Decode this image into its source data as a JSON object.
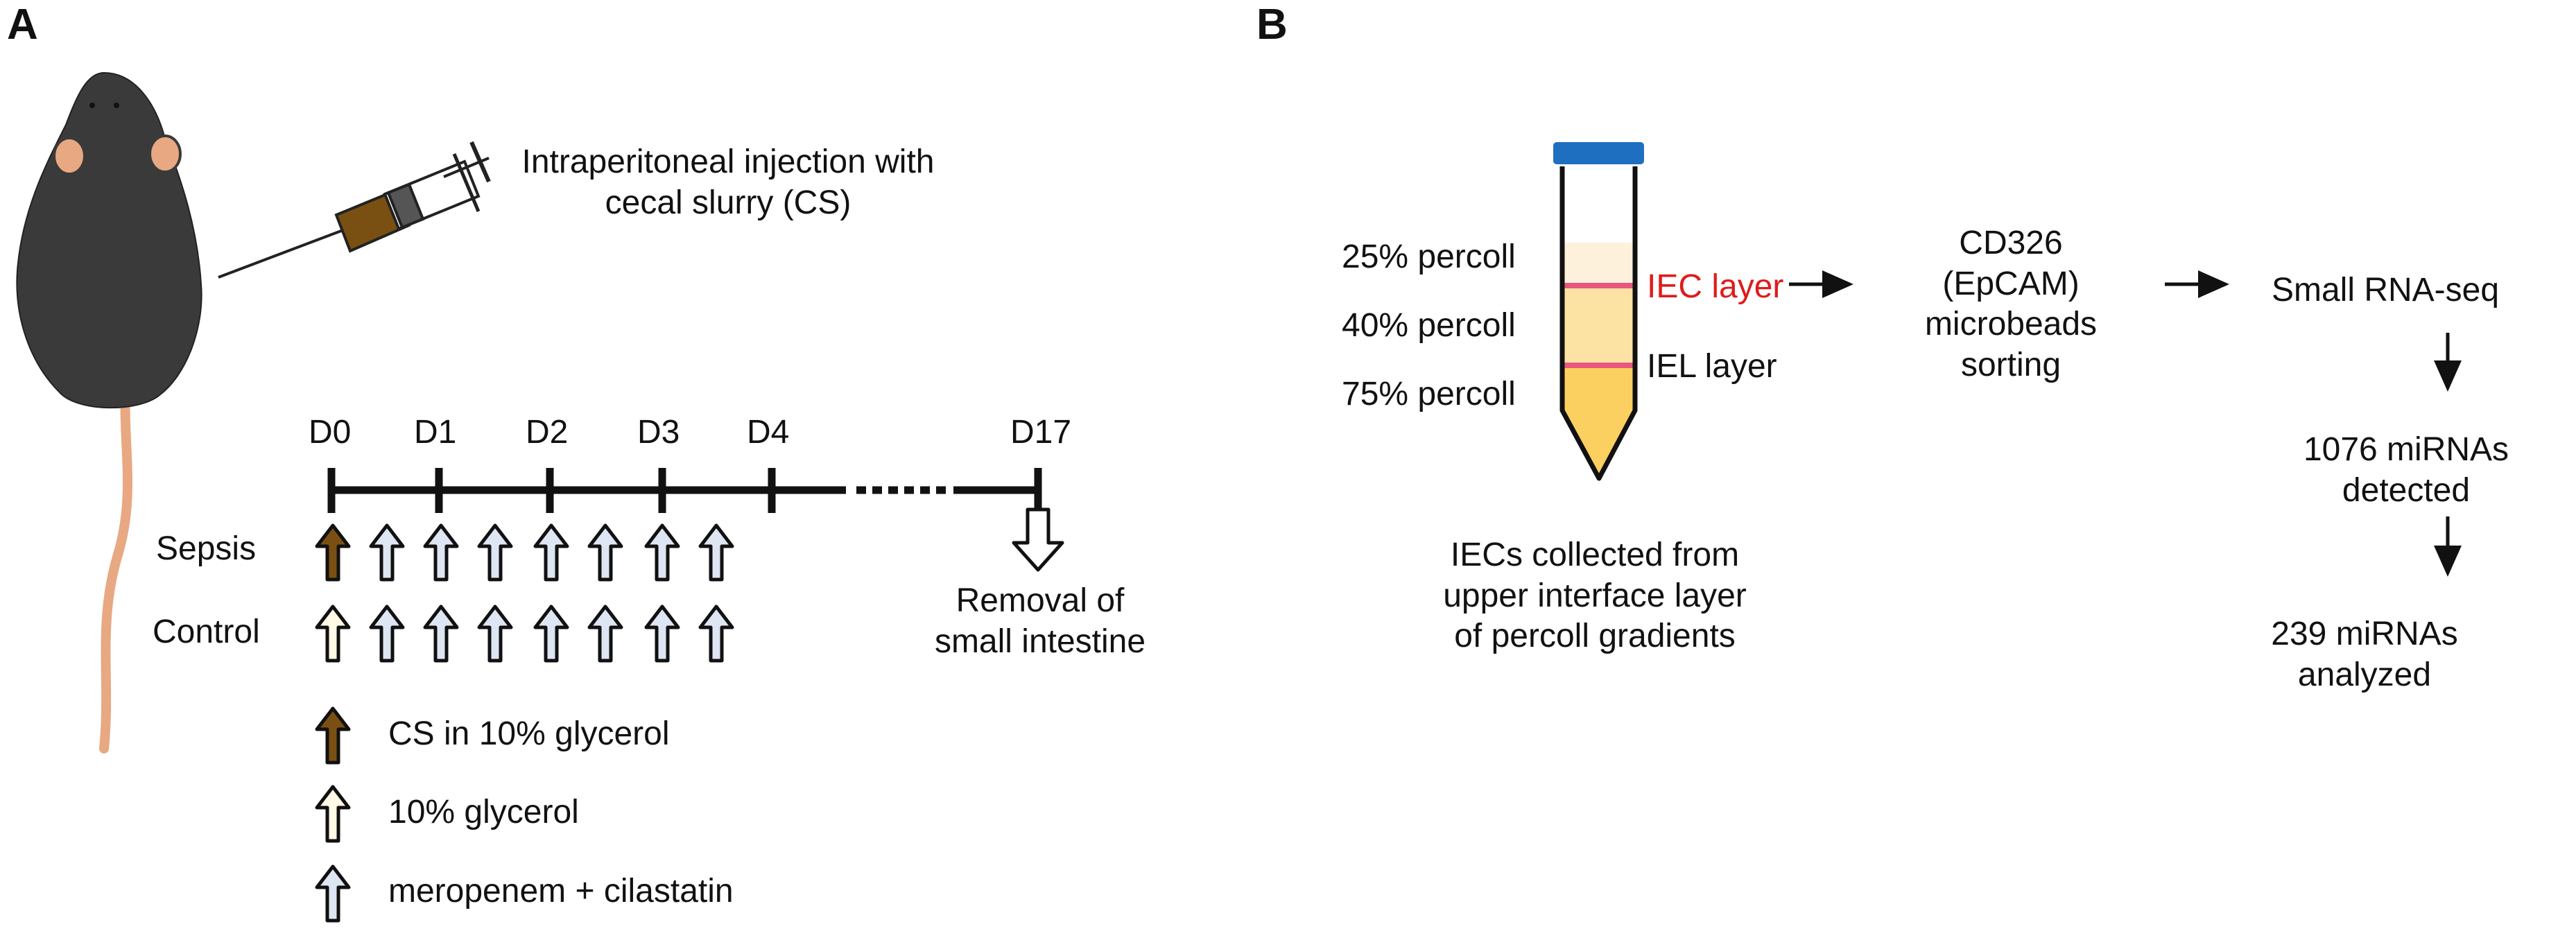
{
  "panel_a": {
    "letter": "A",
    "injection_text": [
      "Intraperitoneal injection with",
      "cecal slurry (CS)"
    ],
    "days": [
      "D0",
      "D1",
      "D2",
      "D3",
      "D4",
      "D17"
    ],
    "rows": {
      "sepsis": "Sepsis",
      "control": "Control"
    },
    "removal": [
      "Removal of",
      "small intestine"
    ],
    "legend": [
      {
        "label": "CS in 10% glycerol",
        "color": "#7a5012",
        "icon": "arrow-up-brown-icon"
      },
      {
        "label": "10% glycerol",
        "color": "#fffbe6",
        "icon": "arrow-up-cream-icon"
      },
      {
        "label": "meropenem + cilastatin",
        "color": "#dde6f2",
        "icon": "arrow-up-lightblue-icon"
      }
    ]
  },
  "panel_b": {
    "letter": "B",
    "gradient_labels": [
      "25% percoll",
      "40% percoll",
      "75% percoll"
    ],
    "layer_labels": {
      "iec": "IEC layer",
      "iel": "IEL layer"
    },
    "tube_caption": [
      "IECs collected from",
      "upper interface layer",
      "of percoll gradients"
    ],
    "sorting": [
      "CD326",
      "(EpCAM)",
      "microbeads",
      "sorting"
    ],
    "pipeline": [
      [
        "Small RNA-seq"
      ],
      [
        "1076 miRNAs",
        "detected"
      ],
      [
        "239 miRNAs",
        "analyzed"
      ]
    ]
  },
  "colors": {
    "mouse_body": "#3a3a3a",
    "mouse_ear": "#e8a882",
    "tail": "#e8a882",
    "syringe_fill": "#7a5012",
    "tube_cap": "#1f6fc0",
    "percoll_25": "#fdf1dc",
    "percoll_40": "#fde3a3",
    "percoll_75": "#fbd060",
    "interface_line": "#e8577e",
    "iec_label": "#e01b1b"
  }
}
